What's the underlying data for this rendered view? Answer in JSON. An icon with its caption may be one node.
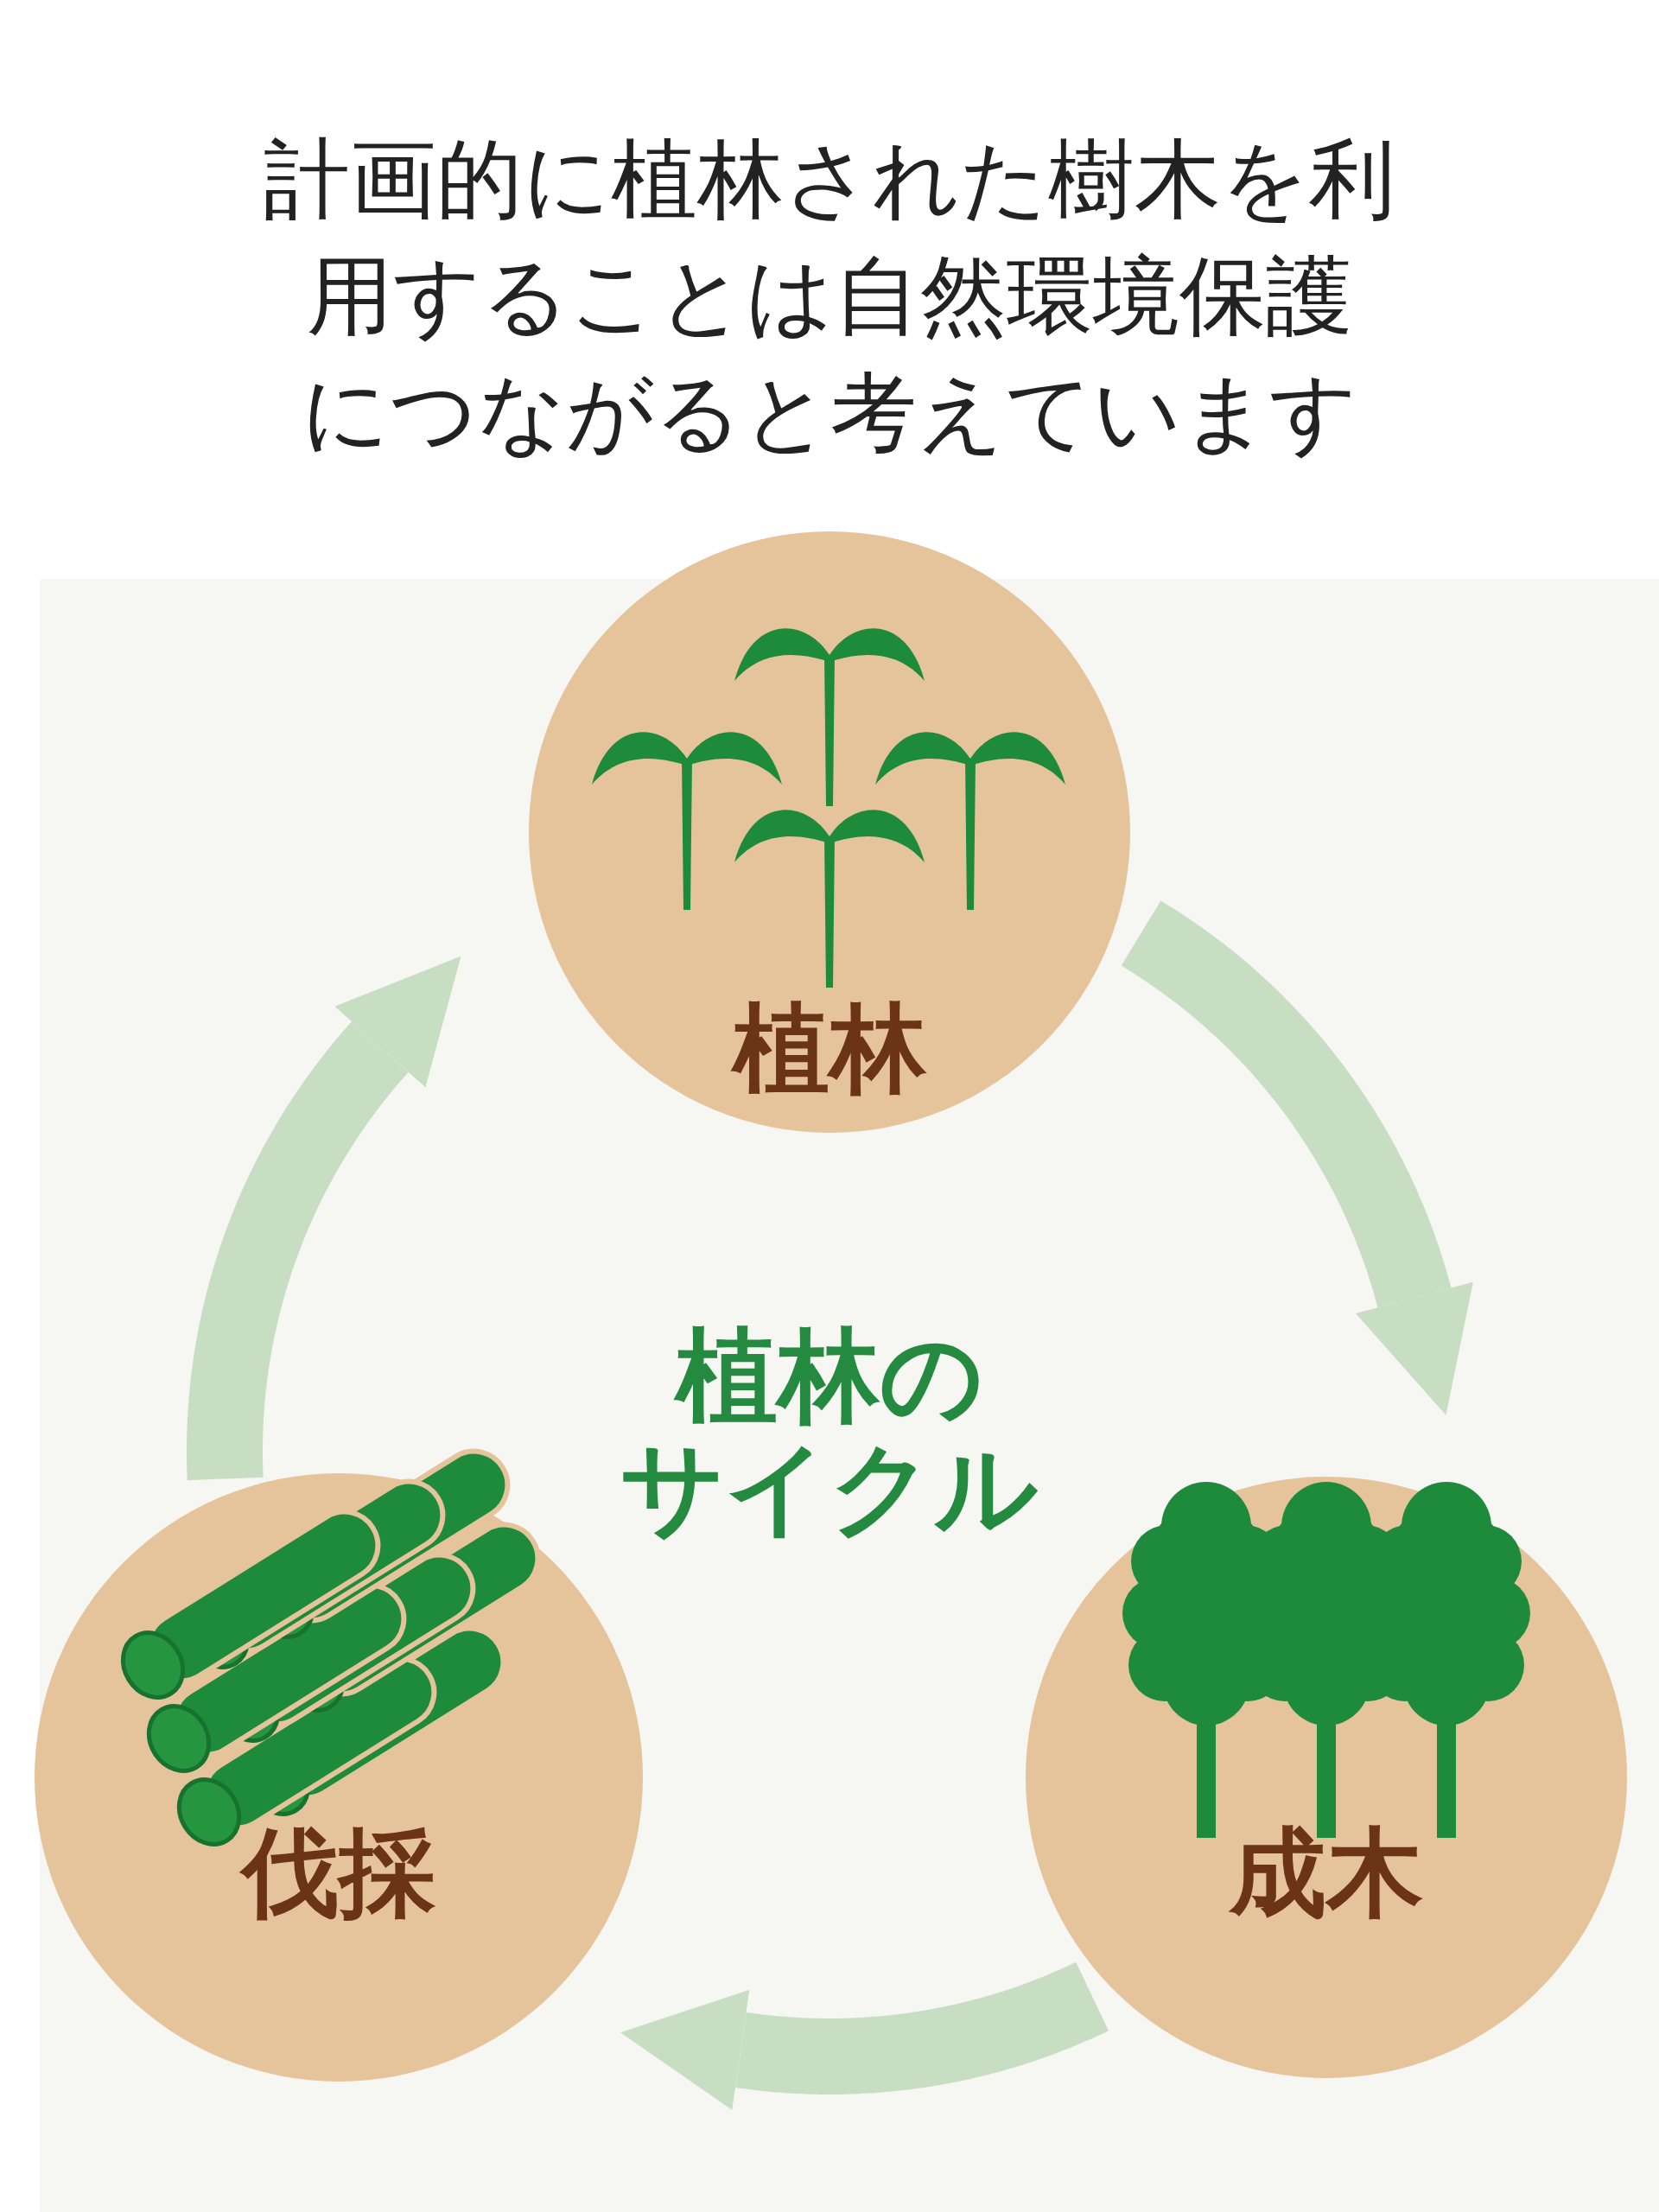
{
  "diagram": {
    "title": "計画的に植林された樹木を利用することは自然環境保護につながると考えています",
    "nodes": [
      {
        "text": [
          "植林"
        ]
      },
      {
        "text": [
          "伐採"
        ]
      },
      {
        "text": [
          "成木"
        ]
      }
    ],
    "edges": [
      {
        "from": 0,
        "to": 2,
        "arrow": "to"
      },
      {
        "from": 2,
        "to": 1,
        "arrow": "to"
      },
      {
        "from": 1,
        "to": 0,
        "arrow": "to"
      }
    ],
    "labels": [
      "植林の",
      "サイクル"
    ]
  }
}
